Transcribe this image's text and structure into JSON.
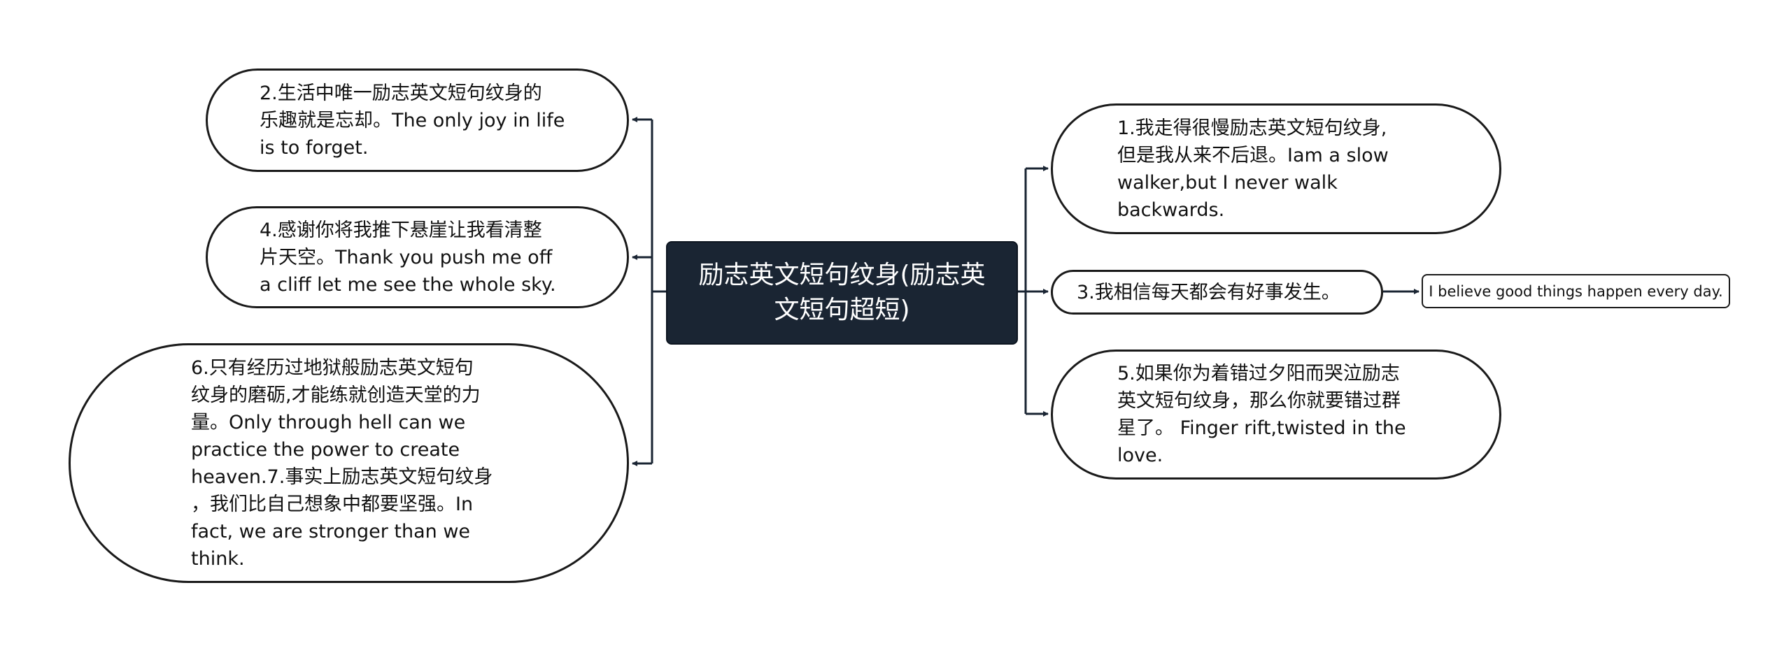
{
  "central": {
    "lines": [
      "励志英文短句纹身(励志英",
      "文短句超短)"
    ]
  },
  "left_nodes": [
    {
      "id": "2",
      "lines": [
        "2.生活中唯一励志英文短句纹身的",
        "乐趣就是忘却。The only joy in life",
        " is to forget."
      ]
    },
    {
      "id": "4",
      "lines": [
        "4.感谢你将我推下悬崖让我看清整",
        "片天空。Thank you push me off",
        "a cliff let me see the whole sky."
      ]
    },
    {
      "id": "6",
      "lines": [
        "6.只有经历过地狱般励志英文短句",
        "纹身的磨砺,才能练就创造天堂的力",
        "量。Only through hell can we",
        "practice the power to create",
        "heaven.7.事实上励志英文短句纹身",
        "，我们比自己想象中都要坚强。In",
        "fact, we are stronger than we",
        "think."
      ]
    }
  ],
  "right_nodes": [
    {
      "id": "1",
      "lines": [
        "1.我走得很慢励志英文短句纹身,",
        "但是我从来不后退。Iam a slow",
        "walker,but I never walk",
        "backwards."
      ]
    },
    {
      "id": "3",
      "lines": [
        "3.我相信每天都会有好事发生。"
      ],
      "child": "I believe good things happen every day."
    },
    {
      "id": "5",
      "lines": [
        "5.如果你为着错过夕阳而哭泣励志",
        "英文短句纹身，那么你就要错过群",
        "星了。 Finger rift,twisted in the",
        "love."
      ]
    }
  ],
  "colors": {
    "central_bg": "#1a2533",
    "line": "#1a2533"
  }
}
